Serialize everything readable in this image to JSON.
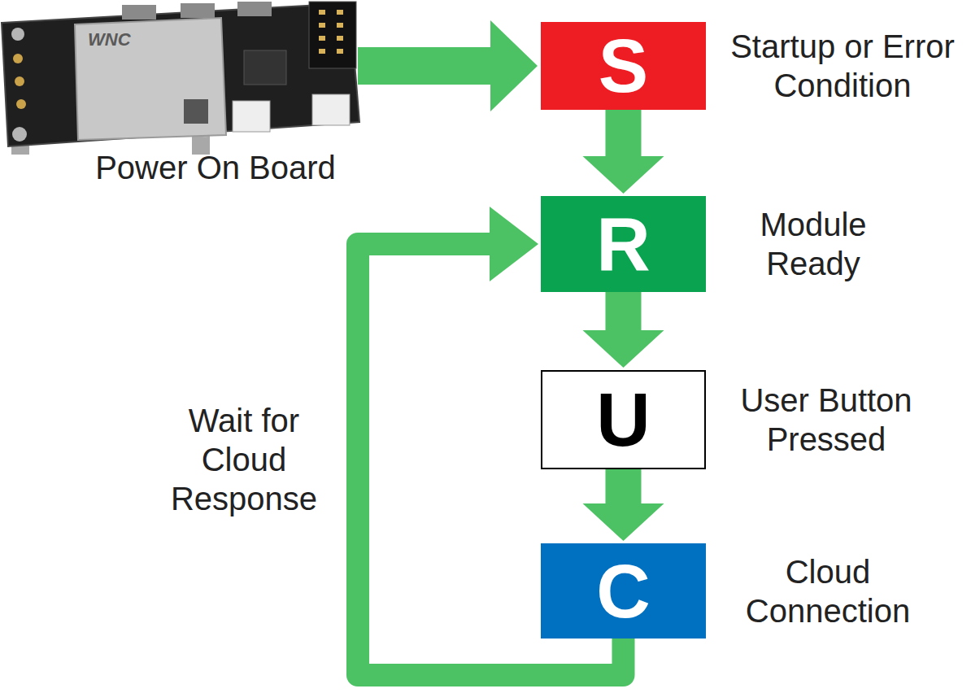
{
  "diagram": {
    "nodes": [
      {
        "text": [
          "Power On Board"
        ]
      },
      {
        "text": [
          "S",
          "Startup or Error Condition"
        ]
      },
      {
        "text": [
          "R",
          "Module Ready"
        ]
      },
      {
        "text": [
          "U",
          "User Button Pressed"
        ]
      },
      {
        "text": [
          "C",
          "Cloud Connection"
        ]
      }
    ],
    "edges": [
      {
        "from": 0,
        "to": 1,
        "arrow": "to"
      },
      {
        "from": 1,
        "to": 2,
        "arrow": "to"
      },
      {
        "from": 2,
        "to": 3,
        "arrow": "to"
      },
      {
        "from": 3,
        "to": 4,
        "arrow": "to"
      },
      {
        "from": 4,
        "to": 2,
        "label": "Wait for Cloud Response",
        "arrow": "to"
      }
    ],
    "labels": [
      "WNC"
    ]
  }
}
